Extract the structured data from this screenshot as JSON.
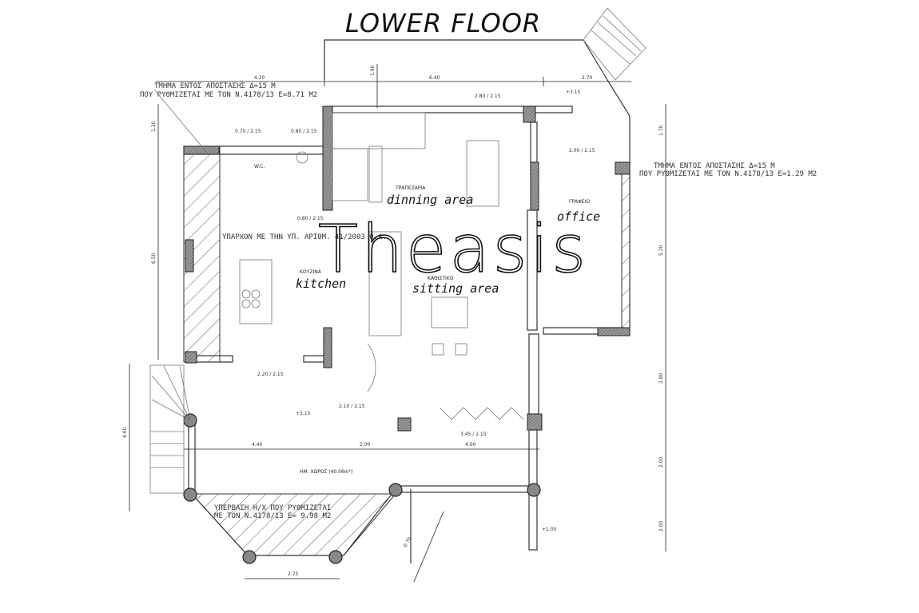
{
  "title": "LOWER FLOOR",
  "watermark": "Theasis",
  "rooms": {
    "dining_gr": "ΤΡΑΠΕΖΑΡΙΑ",
    "dining_en": "dinning area",
    "office_gr": "ΓΡΑΦΕΙΟ",
    "office_en": "office",
    "kitchen_gr": "ΚΟΥΖΙΝΑ",
    "kitchen_en": "kitchen",
    "sitting_gr": "ΚΑΘΙΣΤΙΚΟ",
    "sitting_en": "sitting area",
    "wc": "W.C.",
    "semi_open": "ΗΜ. ΧΩΡΟΣ (40.06m²)"
  },
  "notes": {
    "left_1": "ΤΜΗΜΑ ΕΝΤΟΣ ΑΠΟΣΤΑΣΗΣ Δ=15 Μ",
    "left_2": "ΠΟΥ ΡΥΘΜΙΖΕΤΑΙ ΜΕ ΤΟΝ Ν.4178/13 Ε=8.71 Μ2",
    "right_1": "ΤΜΗΜΑ ΕΝΤΟΣ ΑΠΟΣΤΑΣΗΣ Δ=15 Μ",
    "right_2": "ΠΟΥ ΡΥΘΜΙΖΕΤΑΙ ΜΕ ΤΟΝ Ν.4178/13 Ε=1.29 Μ2",
    "existing": "ΥΠΑΡΧΟΝ ΜΕ ΤΗΝ ΥΠ. ΑΡΙΘΜ. 41/2003 Ο.Α.",
    "excess_1": "ΥΠΕΡΒΑΣΗ Η/Χ ΠΟΥ ΡΥΘΜΙΖΕΤΑΙ",
    "excess_2": "ΜΕ ΤΟΝ Ν.4178/13 Ε= 9.98 Μ2"
  },
  "dimensions": {
    "top_a": "4.20",
    "top_b": "6.40",
    "top_c": "2.70",
    "top_v": "1.90",
    "left_a": "1.20",
    "left_b": "6.50",
    "left_c": "4.60",
    "right_a": "1.70",
    "right_b": "5.20",
    "right_c": "2.80",
    "right_d": "2.00",
    "right_e": "2.00",
    "bottom_a": "4.40",
    "bottom_b": "2.00",
    "bottom_c": "4.00",
    "balcony": "2.75",
    "diag": "0.70"
  },
  "levels": {
    "main": "+3.15",
    "office": "+3.15",
    "outside": "+1.00"
  },
  "openings": [
    "0.70 / 2.15",
    "0.80 / 2.15",
    "2.80 / 2.15",
    "2.00 / 2.15",
    "0.80 / 2.15",
    "2.20 / 2.15",
    "2.10 / 2.15",
    "3.45 / 2.15"
  ]
}
